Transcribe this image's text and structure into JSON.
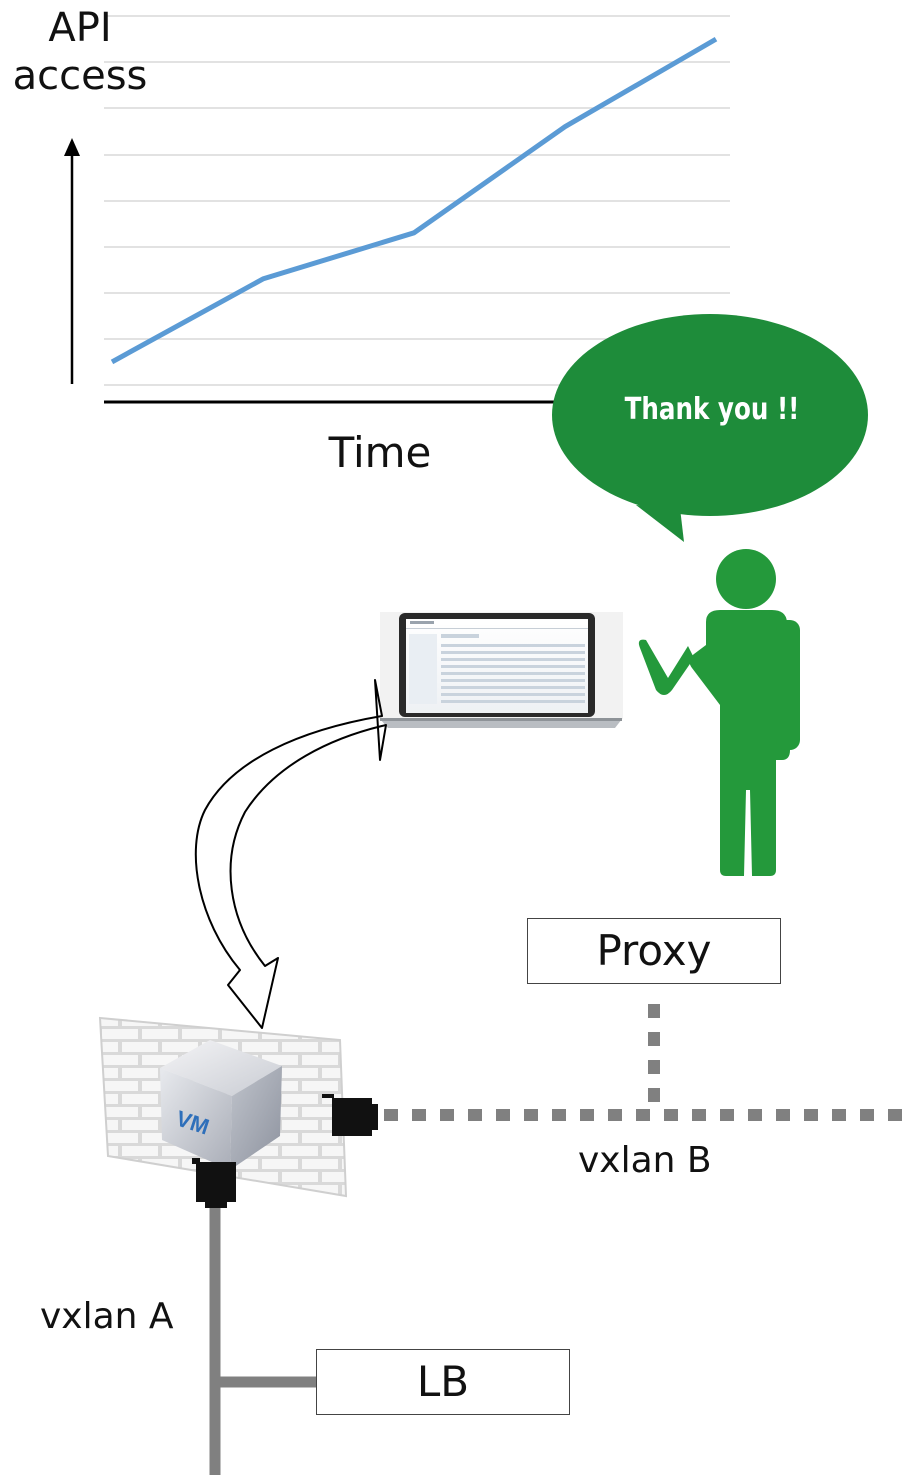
{
  "chart": {
    "ylabel": "API\naccess",
    "xlabel": "Time"
  },
  "chart_data": {
    "type": "line",
    "series": [
      {
        "values": [
          1.0,
          4.6,
          6.6,
          11.2,
          15.0
        ]
      }
    ],
    "x": [
      0,
      1,
      2,
      3,
      4
    ],
    "xlabel": "Time",
    "ylabel": "API access",
    "ylim": [
      0,
      16
    ],
    "grid": true,
    "color": "#5b9bd5"
  },
  "speech": {
    "text": "Thank you !!",
    "color": "#1e8c3a"
  },
  "boxes": {
    "proxy": "Proxy",
    "lb": "LB"
  },
  "networks": {
    "b": "vxlan B",
    "a": "vxlan A"
  },
  "vm": {
    "label": "VM"
  },
  "colors": {
    "person": "#24993b",
    "wire": "#808080"
  }
}
